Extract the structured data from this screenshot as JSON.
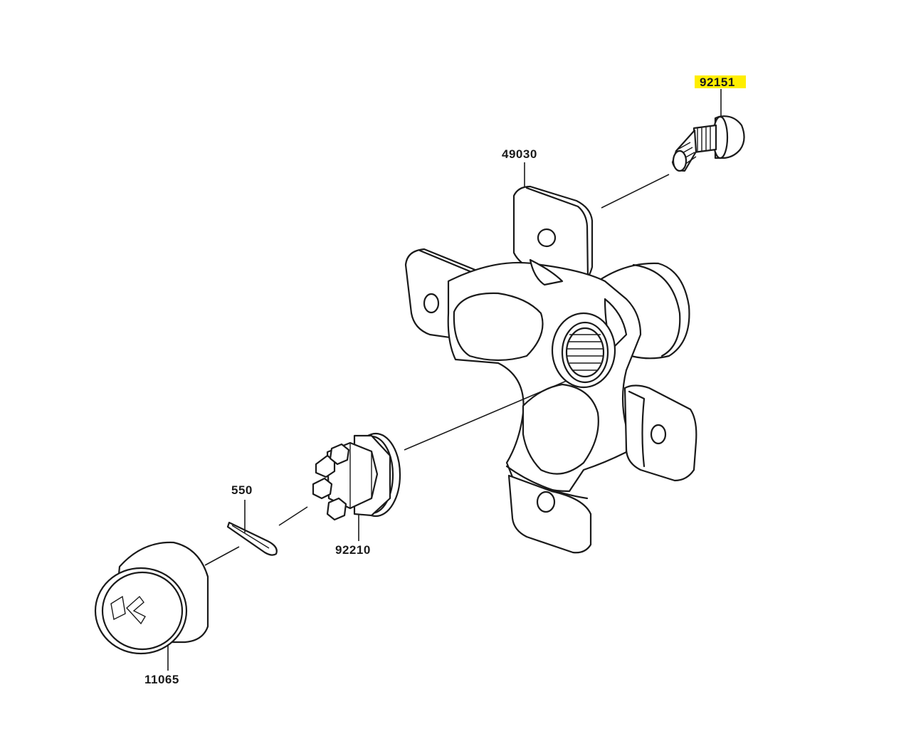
{
  "diagram": {
    "highlight_color": "#ffee00",
    "line_color": "#1a1a1a",
    "parts": [
      {
        "id": "92151",
        "name": "stud-bolt",
        "highlighted": true
      },
      {
        "id": "49030",
        "name": "wheel-hub",
        "highlighted": false
      },
      {
        "id": "550",
        "name": "cotter-pin",
        "highlighted": false
      },
      {
        "id": "92210",
        "name": "castle-nut",
        "highlighted": false
      },
      {
        "id": "11065",
        "name": "hub-cap",
        "highlighted": false
      }
    ]
  }
}
